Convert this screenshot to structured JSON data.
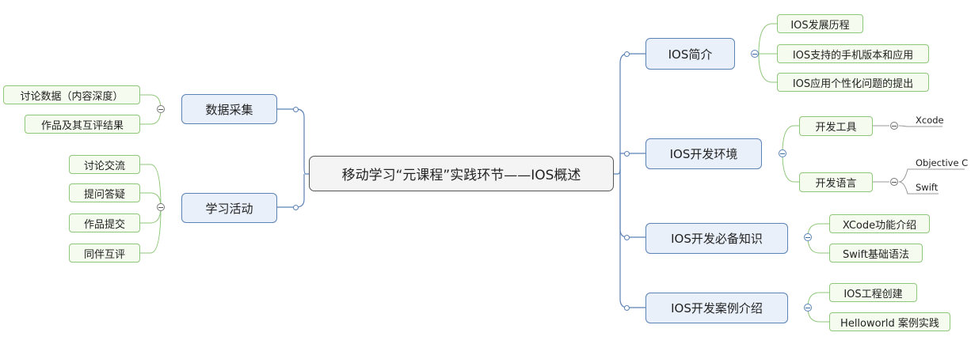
{
  "root": {
    "title": "移动学习“元课程”实践环节——IOS概述"
  },
  "left": {
    "data_collection": {
      "label": "数据采集",
      "items": [
        "讨论数据（内容深度）",
        "作品及其互评结果"
      ]
    },
    "learning_activities": {
      "label": "学习活动",
      "items": [
        "讨论交流",
        "提问答疑",
        "作品提交",
        "同伴互评"
      ]
    }
  },
  "right": {
    "ios_intro": {
      "label": "IOS简介",
      "items": [
        "IOS发展历程",
        "IOS支持的手机版本和应用",
        "IOS应用个性化问题的提出"
      ]
    },
    "dev_env": {
      "label": "IOS开发环境",
      "tools": {
        "label": "开发工具",
        "leaves": [
          "Xcode"
        ]
      },
      "languages": {
        "label": "开发语言",
        "leaves": [
          "Objective C",
          "Swift"
        ]
      }
    },
    "dev_knowledge": {
      "label": "IOS开发必备知识",
      "items": [
        "XCode功能介绍",
        "Swift基础语法"
      ]
    },
    "dev_cases": {
      "label": "IOS开发案例介绍",
      "items": [
        "IOS工程创建",
        "Helloworld 案例实践"
      ]
    }
  },
  "colors": {
    "trunk": "#5b82b5",
    "branch": "#8fc77a",
    "leaf_line": "#999999"
  }
}
